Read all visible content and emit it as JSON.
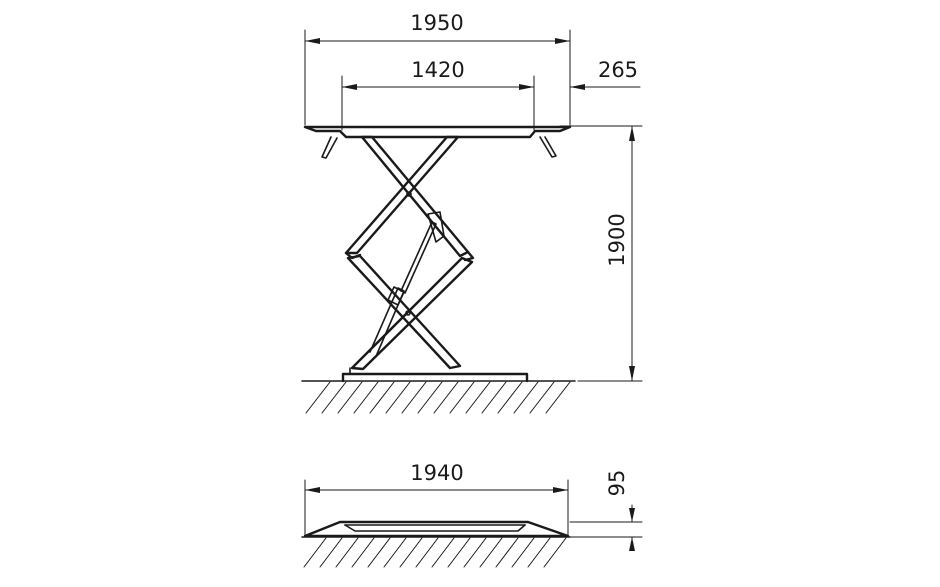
{
  "dimensions": {
    "lifted": {
      "overall_length": "1950",
      "arm_spacing": "1420",
      "overhang": "265",
      "lift_height": "1900"
    },
    "lowered": {
      "base_length": "1940",
      "base_height": "95"
    }
  }
}
